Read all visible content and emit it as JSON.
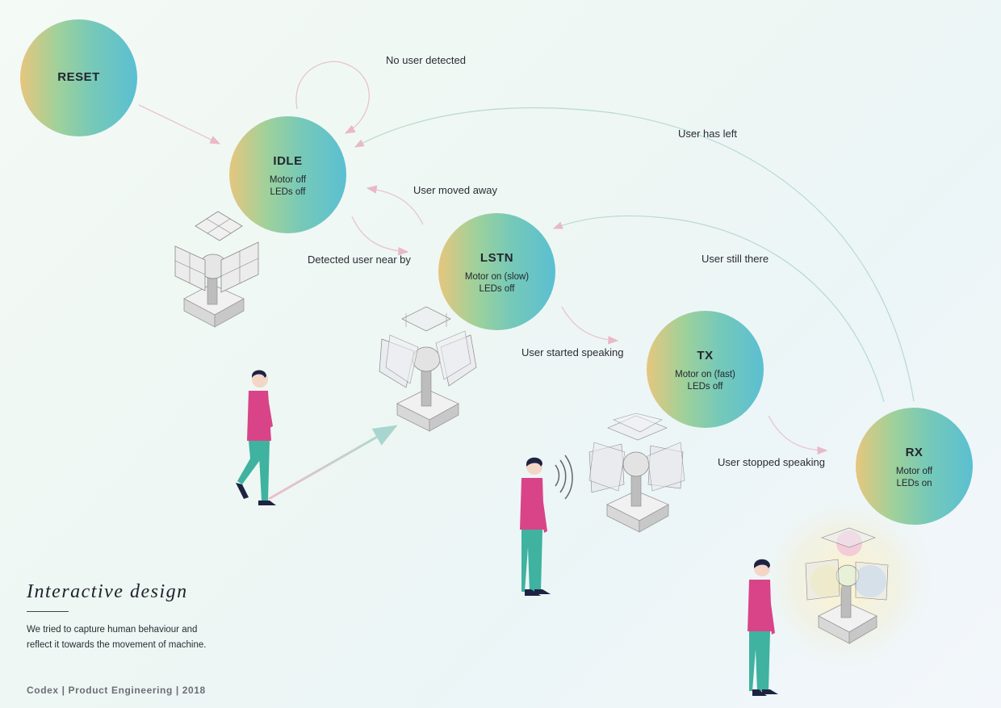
{
  "nodes": {
    "reset": {
      "title": "RESET"
    },
    "idle": {
      "title": "IDLE",
      "line1": "Motor off",
      "line2": "LEDs off"
    },
    "lstn": {
      "title": "LSTN",
      "line1": "Motor on (slow)",
      "line2": "LEDs off"
    },
    "tx": {
      "title": "TX",
      "line1": "Motor on (fast)",
      "line2": "LEDs off"
    },
    "rx": {
      "title": "RX",
      "line1": "Motor off",
      "line2": "LEDs on"
    }
  },
  "edges": {
    "no_user": "No user detected",
    "user_left": "User has left",
    "moved_away": "User moved away",
    "detected": "Detected user near by",
    "still_there": "User still there",
    "started": "User started speaking",
    "stopped": "User stopped speaking"
  },
  "footer": {
    "title": "Interactive design",
    "description": "We tried to capture human behaviour and reflect it towards the movement of machine.",
    "credit": "Codex | Product Engineering | 2018"
  },
  "colors": {
    "gradient": [
      "#e6c67e",
      "#9fd19a",
      "#76c9b8",
      "#5bbfd2"
    ],
    "arrow_pink": "#e8b9c8",
    "arrow_teal": "#a8d6ce",
    "shirt": "#d94488",
    "pants": "#3fb2a0"
  }
}
